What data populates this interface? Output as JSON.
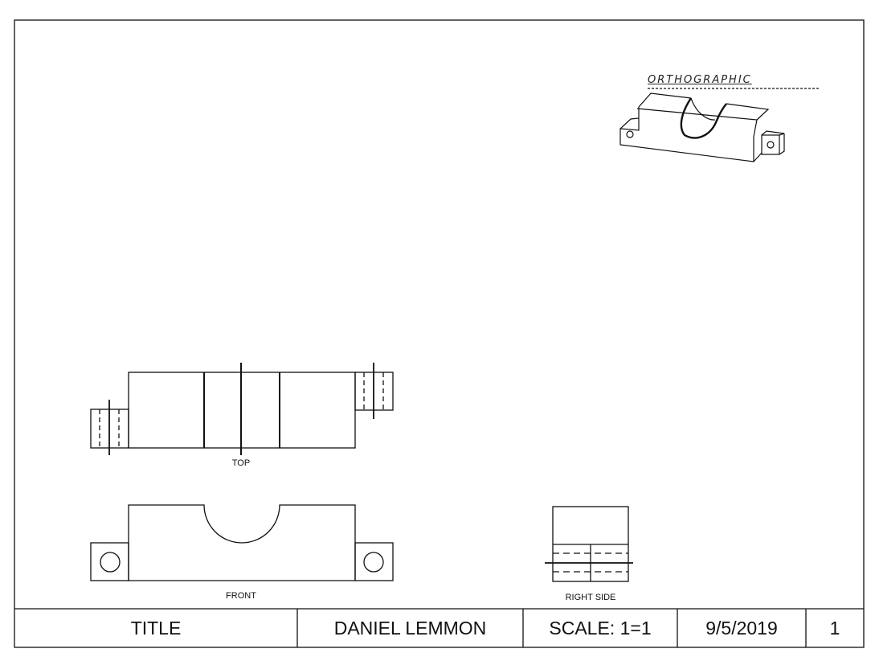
{
  "isometric": {
    "title": "ORTHOGRAPHIC"
  },
  "views": {
    "top": "TOP",
    "front": "FRONT",
    "right_side": "RIGHT SIDE"
  },
  "title_block": {
    "title": "TITLE",
    "author": "DANIEL LEMMON",
    "scale": "SCALE: 1=1",
    "date": "9/5/2019",
    "sheet": "1"
  }
}
